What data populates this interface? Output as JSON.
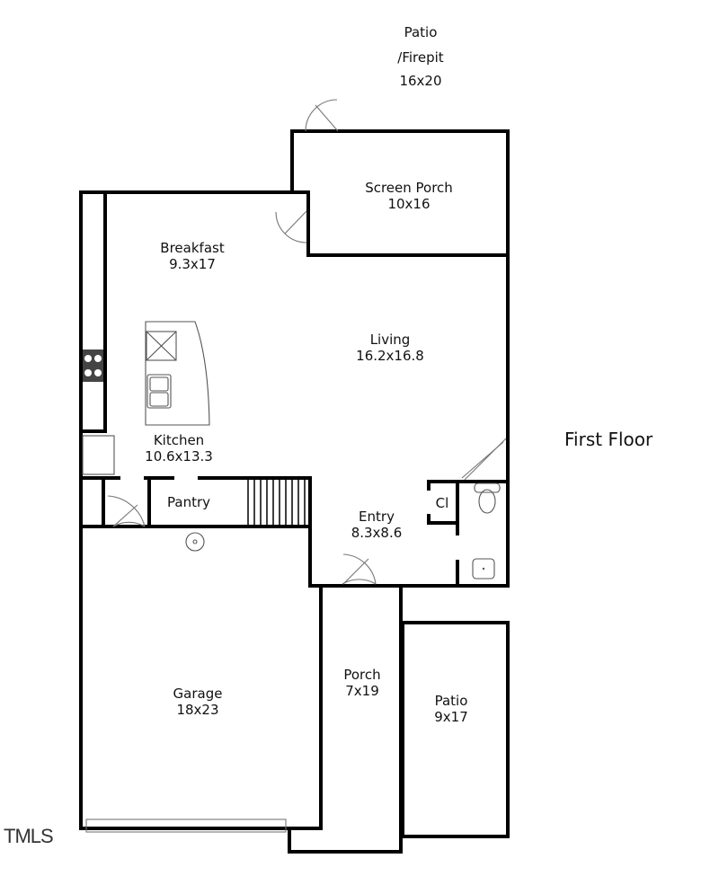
{
  "floor_title": "First Floor",
  "watermark": "TMLS",
  "rooms": {
    "patio_firepit": {
      "name_line1": "Patio",
      "name_line2": "/Firepit",
      "size": "16x20"
    },
    "screen_porch": {
      "name": "Screen Porch",
      "size": "10x16"
    },
    "breakfast": {
      "name": "Breakfast",
      "size": "9.3x17"
    },
    "living": {
      "name": "Living",
      "size": "16.2x16.8"
    },
    "kitchen": {
      "name": "Kitchen",
      "size": "10.6x13.3"
    },
    "pantry": {
      "name": "Pantry"
    },
    "closet": {
      "name": "Cl"
    },
    "entry": {
      "name": "Entry",
      "size": "8.3x8.6"
    },
    "garage": {
      "name": "Garage",
      "size": "18x23"
    },
    "porch": {
      "name": "Porch",
      "size": "7x19"
    },
    "patio": {
      "name": "Patio",
      "size": "9x17"
    }
  },
  "colors": {
    "wall": "#000000",
    "fixture": "#555555",
    "door_swing": "#777777",
    "background": "#ffffff"
  }
}
